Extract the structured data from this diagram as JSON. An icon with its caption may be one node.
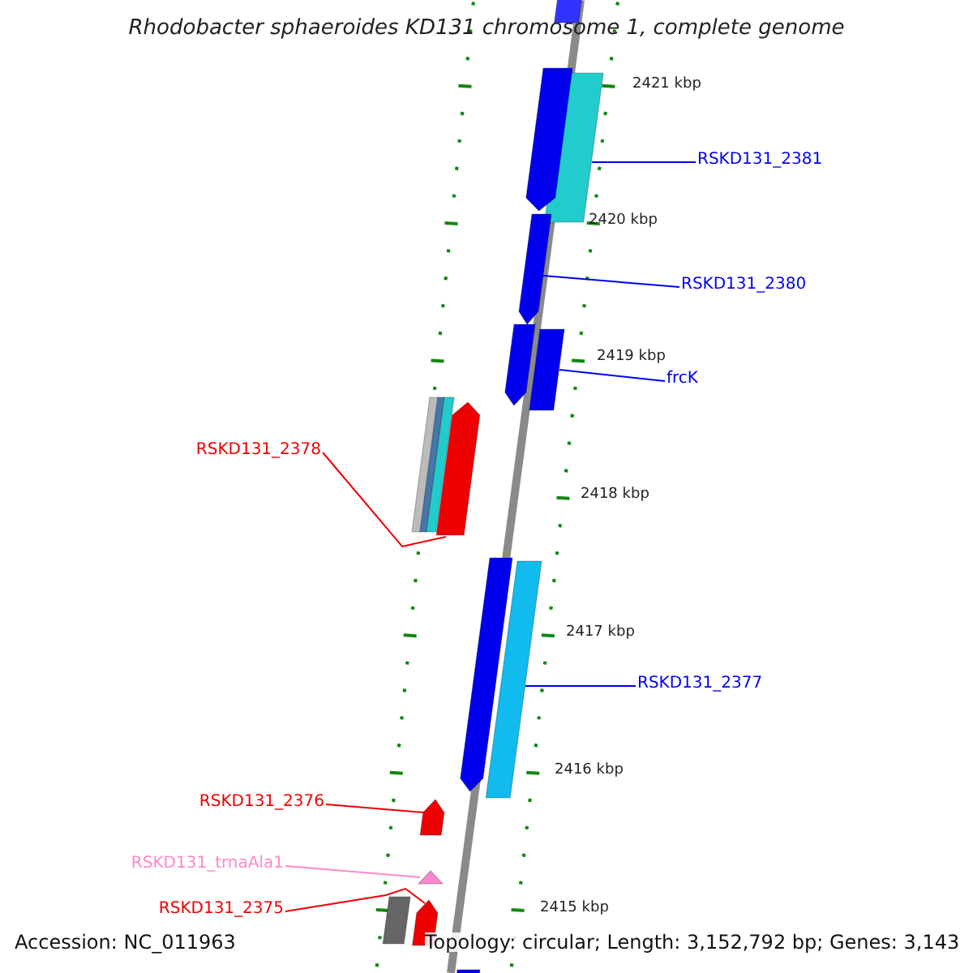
{
  "diagram": {
    "title": "Rhodobacter sphaeroides KD131 chromosome 1, complete genome",
    "nodes": [
      {
        "text": [
          "RSKD131_2381"
        ]
      },
      {
        "text": [],
        "shape": "bar"
      },
      {
        "text": [
          "RSKD131_2380"
        ]
      },
      {
        "text": [],
        "shape": "arrow"
      },
      {
        "text": [
          "frcK"
        ]
      },
      {
        "text": [],
        "shape": "bar"
      },
      {
        "text": [
          "RSKD131_2378"
        ]
      },
      {
        "text": [],
        "shape": "arrow"
      },
      {
        "text": [
          "RSKD131_2377"
        ]
      },
      {
        "text": [],
        "shape": "bar"
      },
      {
        "text": [
          "RSKD131_2376"
        ]
      },
      {
        "text": [],
        "shape": "arrow"
      },
      {
        "text": [
          "RSKD131_trnaAla1"
        ]
      },
      {
        "text": [],
        "shape": "arrow"
      },
      {
        "text": [
          "RSKD131_2375"
        ]
      },
      {
        "text": [],
        "shape": "arrow"
      },
      {
        "text": [],
        "shape": "bar"
      },
      {
        "text": [],
        "shape": "arrow"
      },
      {
        "text": [],
        "shape": "arrow"
      },
      {
        "text": [],
        "shape": "bar"
      },
      {
        "text": [],
        "shape": "arrow"
      },
      {
        "text": [],
        "shape": "bar"
      },
      {
        "text": [],
        "shape": "bar"
      }
    ],
    "edges": [
      {
        "from": 0,
        "to": 1,
        "arrow": "none"
      },
      {
        "from": 2,
        "to": 3,
        "arrow": "none"
      },
      {
        "from": 4,
        "to": 5,
        "arrow": "none"
      },
      {
        "from": 6,
        "to": 7,
        "arrow": "none",
        "color": "#ee0000"
      },
      {
        "from": 8,
        "to": 9,
        "arrow": "none"
      },
      {
        "from": 10,
        "to": 11,
        "arrow": "none",
        "color": "#ee0000"
      },
      {
        "from": 12,
        "to": 13,
        "arrow": "none",
        "color": "#ff88cc"
      },
      {
        "from": 14,
        "to": 15,
        "arrow": "none",
        "color": "#ee0000"
      }
    ],
    "labels": [
      "2421 kbp",
      "2420 kbp",
      "2419 kbp",
      "2418 kbp",
      "2417 kbp",
      "2416 kbp",
      "2415 kbp",
      "Accession: NC_011963",
      "Topology: circular; Length: 3,152,792 bp; Genes: 3,143"
    ]
  }
}
